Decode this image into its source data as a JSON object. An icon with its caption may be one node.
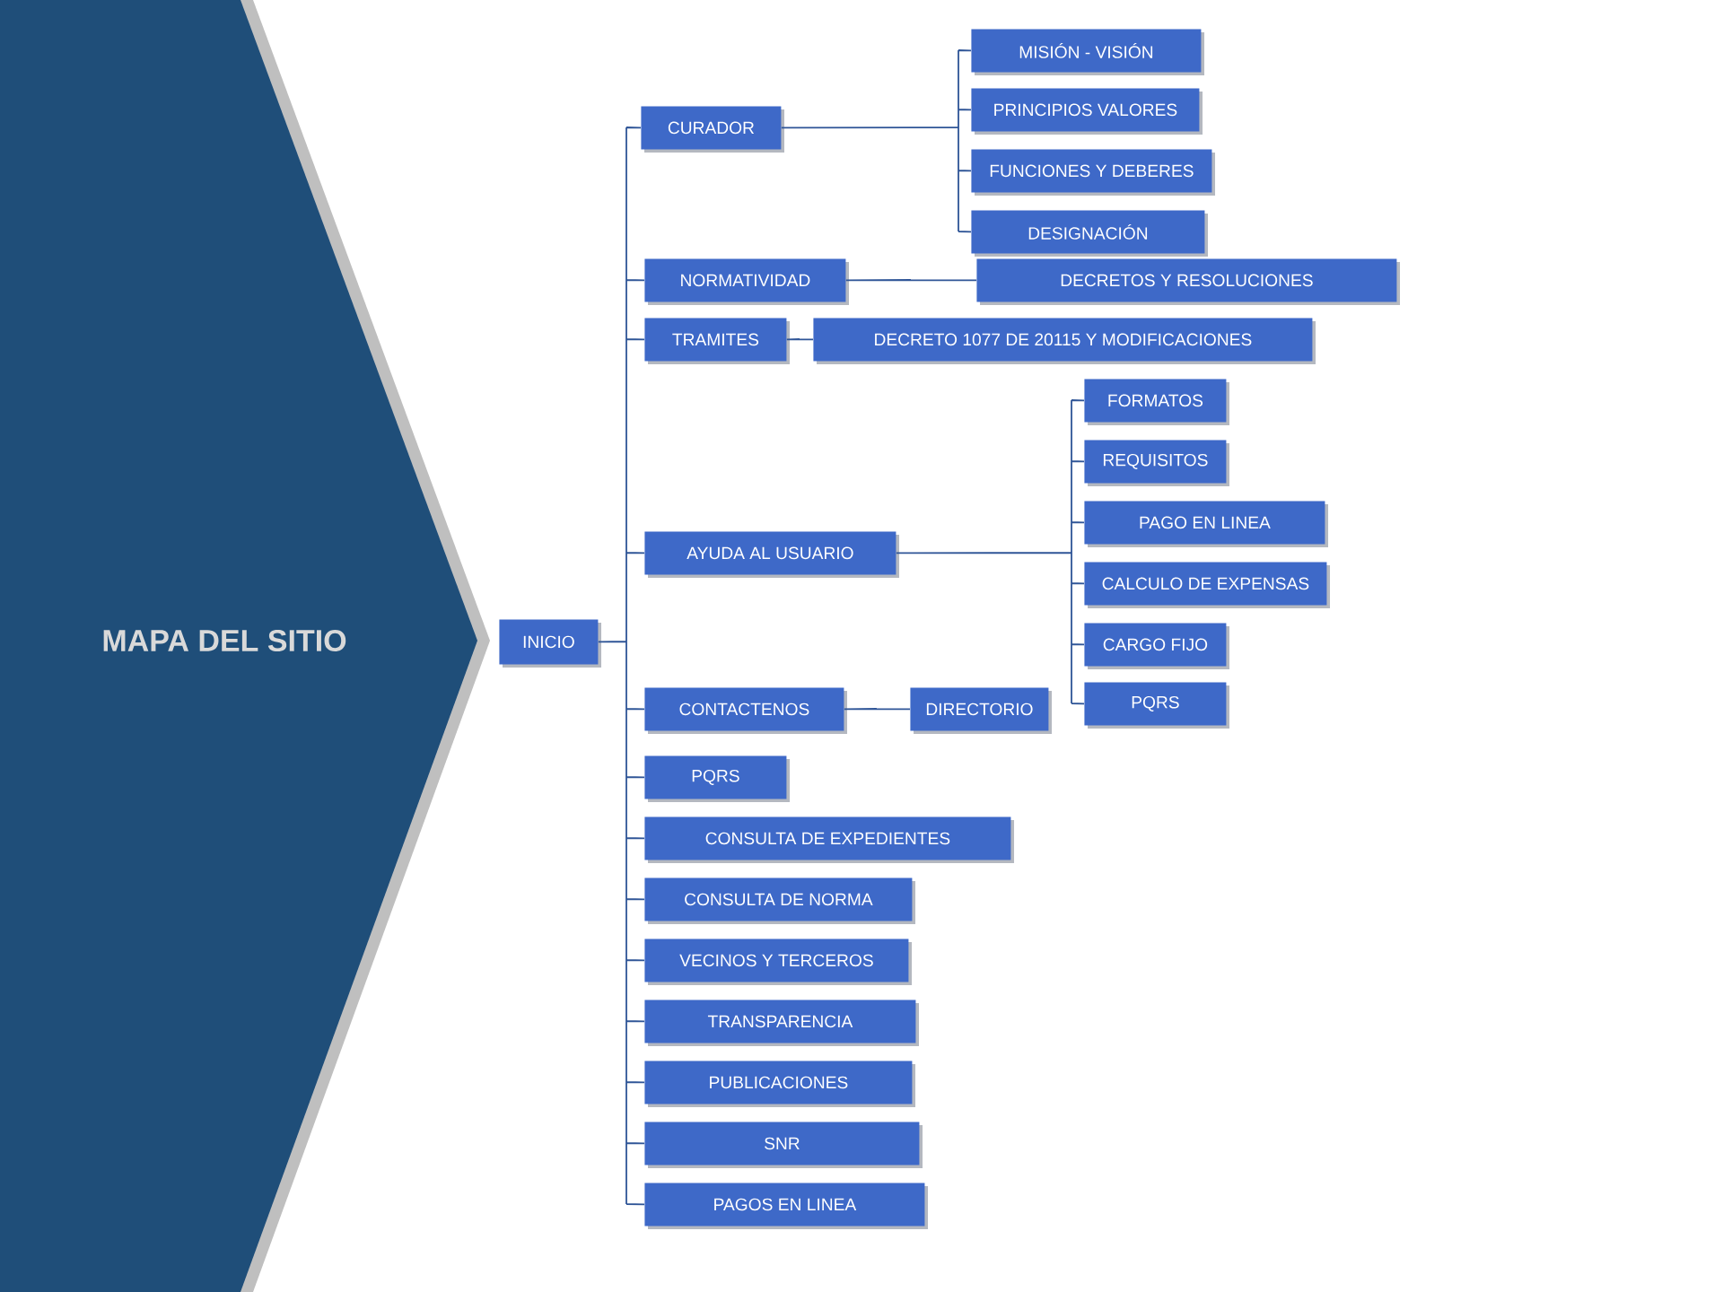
{
  "diagram": {
    "nodes": [
      {
        "text": [
          "MAPA DEL SITIO"
        ]
      },
      {
        "text": [
          "INICIO"
        ]
      },
      {
        "text": [
          "CURADOR"
        ]
      },
      {
        "text": [
          "MISIÓN - VISIÓN"
        ]
      },
      {
        "text": [
          "PRINCIPIOS VALORES"
        ]
      },
      {
        "text": [
          "FUNCIONES Y DEBERES"
        ]
      },
      {
        "text": [
          "DESIGNACIÓN"
        ]
      },
      {
        "text": [
          "NORMATIVIDAD"
        ]
      },
      {
        "text": [
          "DECRETOS Y RESOLUCIONES"
        ]
      },
      {
        "text": [
          "TRAMITES"
        ]
      },
      {
        "text": [
          "DECRETO 1077 DE 20115 Y MODIFICACIONES"
        ]
      },
      {
        "text": [
          "AYUDA AL USUARIO"
        ]
      },
      {
        "text": [
          "FORMATOS"
        ]
      },
      {
        "text": [
          "REQUISITOS"
        ]
      },
      {
        "text": [
          "PAGO EN LINEA"
        ]
      },
      {
        "text": [
          "CALCULO DE EXPENSAS"
        ]
      },
      {
        "text": [
          "CARGO FIJO"
        ]
      },
      {
        "text": [
          "PQRS"
        ]
      },
      {
        "text": [
          "CONTACTENOS"
        ]
      },
      {
        "text": [
          "DIRECTORIO"
        ]
      },
      {
        "text": [
          "PQRS"
        ]
      },
      {
        "text": [
          "CONSULTA DE EXPEDIENTES"
        ]
      },
      {
        "text": [
          "CONSULTA DE NORMA"
        ]
      },
      {
        "text": [
          "VECINOS Y TERCEROS"
        ]
      },
      {
        "text": [
          "TRANSPARENCIA"
        ]
      },
      {
        "text": [
          "PUBLICACIONES"
        ]
      },
      {
        "text": [
          "SNR"
        ]
      },
      {
        "text": [
          "PAGOS EN LINEA"
        ]
      }
    ],
    "edges": [
      {
        "from": 1,
        "to": 2,
        "arrow": "none"
      },
      {
        "from": 1,
        "to": 7,
        "arrow": "none"
      },
      {
        "from": 1,
        "to": 9,
        "arrow": "none"
      },
      {
        "from": 1,
        "to": 11,
        "arrow": "none"
      },
      {
        "from": 1,
        "to": 18,
        "arrow": "none"
      },
      {
        "from": 1,
        "to": 20,
        "arrow": "none"
      },
      {
        "from": 1,
        "to": 21,
        "arrow": "none"
      },
      {
        "from": 1,
        "to": 22,
        "arrow": "none"
      },
      {
        "from": 1,
        "to": 23,
        "arrow": "none"
      },
      {
        "from": 1,
        "to": 24,
        "arrow": "none"
      },
      {
        "from": 1,
        "to": 25,
        "arrow": "none"
      },
      {
        "from": 1,
        "to": 26,
        "arrow": "none"
      },
      {
        "from": 1,
        "to": 27,
        "arrow": "none"
      },
      {
        "from": 2,
        "to": 3,
        "arrow": "none"
      },
      {
        "from": 2,
        "to": 4,
        "arrow": "none"
      },
      {
        "from": 2,
        "to": 5,
        "arrow": "none"
      },
      {
        "from": 2,
        "to": 6,
        "arrow": "none"
      },
      {
        "from": 7,
        "to": 8,
        "arrow": "none"
      },
      {
        "from": 9,
        "to": 10,
        "arrow": "none"
      },
      {
        "from": 11,
        "to": 12,
        "arrow": "none"
      },
      {
        "from": 11,
        "to": 13,
        "arrow": "none"
      },
      {
        "from": 11,
        "to": 14,
        "arrow": "none"
      },
      {
        "from": 11,
        "to": 15,
        "arrow": "none"
      },
      {
        "from": 11,
        "to": 16,
        "arrow": "none"
      },
      {
        "from": 11,
        "to": 17,
        "arrow": "none"
      },
      {
        "from": 18,
        "to": 19,
        "arrow": "none"
      }
    ]
  }
}
